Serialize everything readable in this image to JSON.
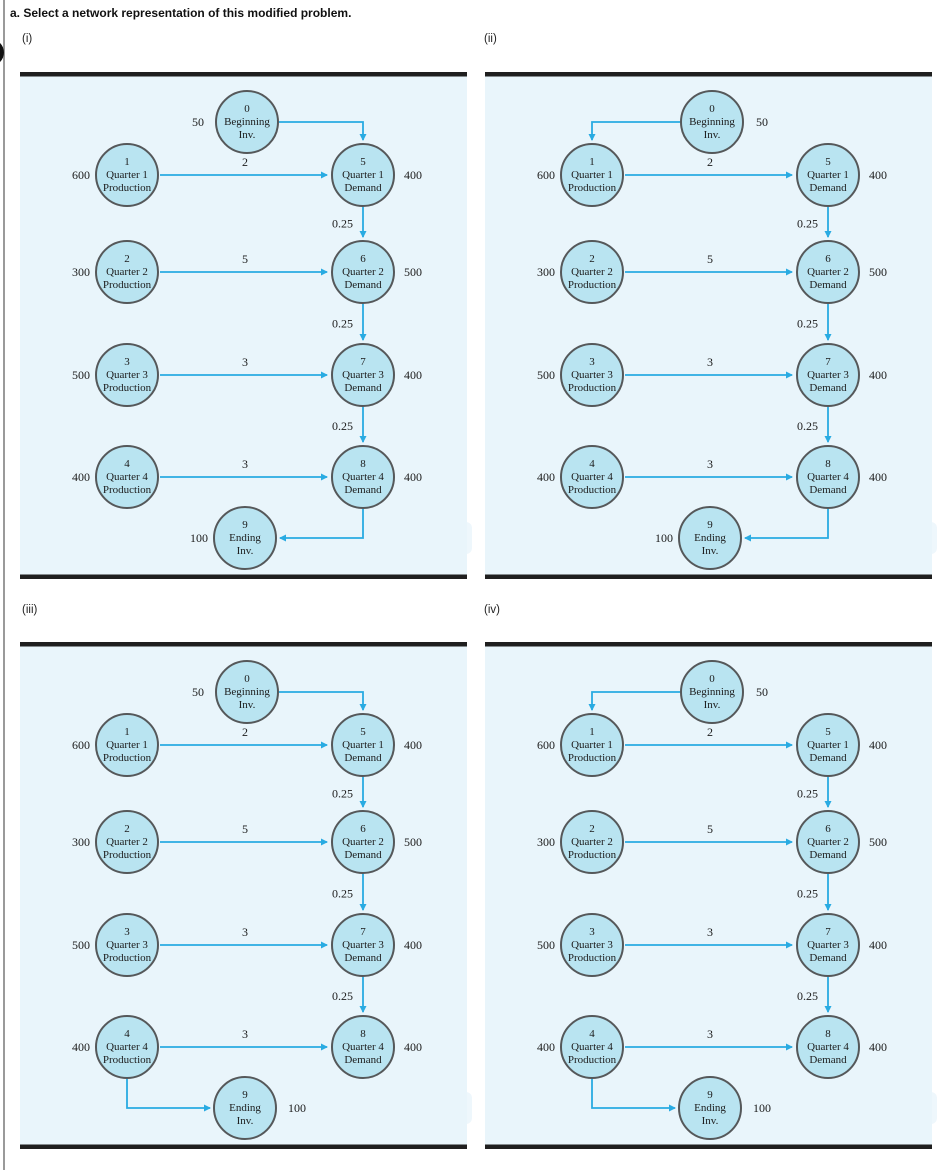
{
  "page": {
    "title": "a. Select a network representation of this modified problem."
  },
  "options": [
    {
      "label": "(i)",
      "beginning_flow": "to-quarter1-demand",
      "ending_flow": "from-quarter4-demand"
    },
    {
      "label": "(ii)",
      "beginning_flow": "to-quarter1-production",
      "ending_flow": "from-quarter4-demand"
    },
    {
      "label": "(iii)",
      "beginning_flow": "to-quarter1-demand",
      "ending_flow": "from-quarter4-production"
    },
    {
      "label": "(iv)",
      "beginning_flow": "to-quarter1-production",
      "ending_flow": "from-quarter4-production"
    }
  ],
  "network": {
    "beginning_node": {
      "id": "0",
      "line1": "Beginning",
      "line2": "Inv.",
      "supply": "50"
    },
    "ending_node": {
      "id": "9",
      "line1": "Ending",
      "line2": "Inv.",
      "amount": "100"
    },
    "inventory_carry_cost": "0.25",
    "rows": [
      {
        "production": {
          "id": "1",
          "line1": "Quarter 1",
          "line2": "Production",
          "supply": "600"
        },
        "cost": "2",
        "demand": {
          "id": "5",
          "line1": "Quarter 1",
          "line2": "Demand",
          "amount": "400"
        }
      },
      {
        "production": {
          "id": "2",
          "line1": "Quarter 2",
          "line2": "Production",
          "supply": "300"
        },
        "cost": "5",
        "demand": {
          "id": "6",
          "line1": "Quarter 2",
          "line2": "Demand",
          "amount": "500"
        }
      },
      {
        "production": {
          "id": "3",
          "line1": "Quarter 3",
          "line2": "Production",
          "supply": "500"
        },
        "cost": "3",
        "demand": {
          "id": "7",
          "line1": "Quarter 3",
          "line2": "Demand",
          "amount": "400"
        }
      },
      {
        "production": {
          "id": "4",
          "line1": "Quarter 4",
          "line2": "Production",
          "supply": "400"
        },
        "cost": "3",
        "demand": {
          "id": "8",
          "line1": "Quarter 4",
          "line2": "Demand",
          "amount": "400"
        }
      }
    ],
    "colors": {
      "panel_bg": "#e9f5fb",
      "panel_tab": "#eef7fc",
      "node_fill": "#b9e4f1",
      "node_stroke": "#55585a",
      "arrow": "#29abe2",
      "bar": "#1f1f1f",
      "text": "#1c1c1c"
    }
  }
}
